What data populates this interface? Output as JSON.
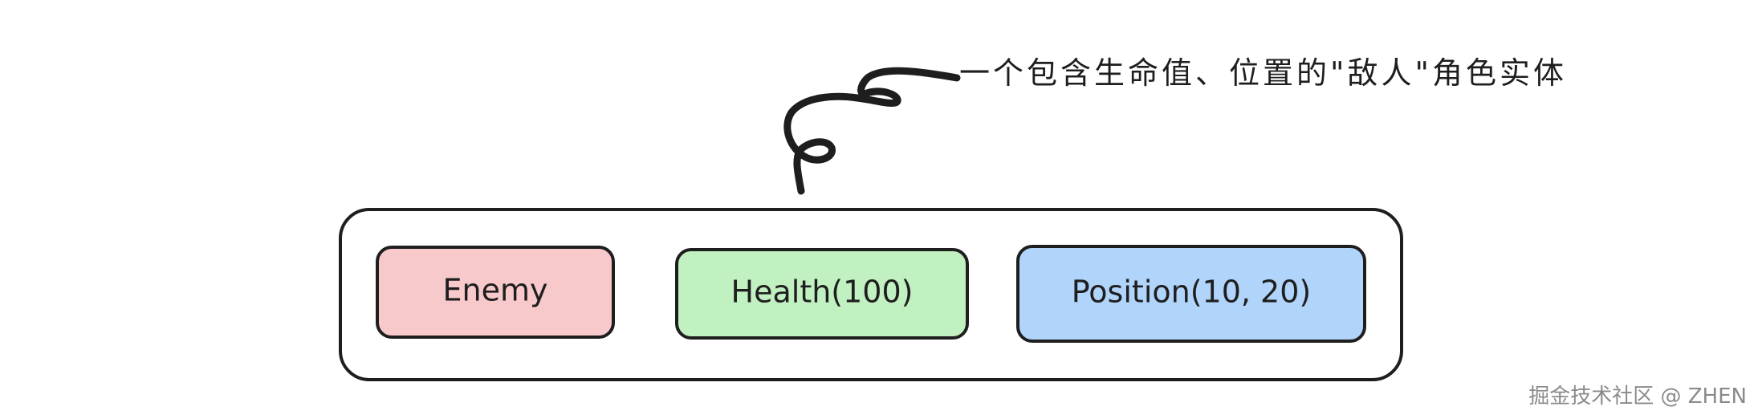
{
  "annotation": "一个包含生命值、位置的\"敌人\"角色实体",
  "components": [
    {
      "label": "Enemy",
      "fill": "#f8c9cb"
    },
    {
      "label": "Health(100)",
      "fill": "#c1f0c1"
    },
    {
      "label": "Position(10, 20)",
      "fill": "#b1d4fa"
    }
  ],
  "watermark": "掘金技术社区 @ ZHEN",
  "colors": {
    "stroke": "#1e1e1e",
    "container_fill": "#ffffff"
  }
}
